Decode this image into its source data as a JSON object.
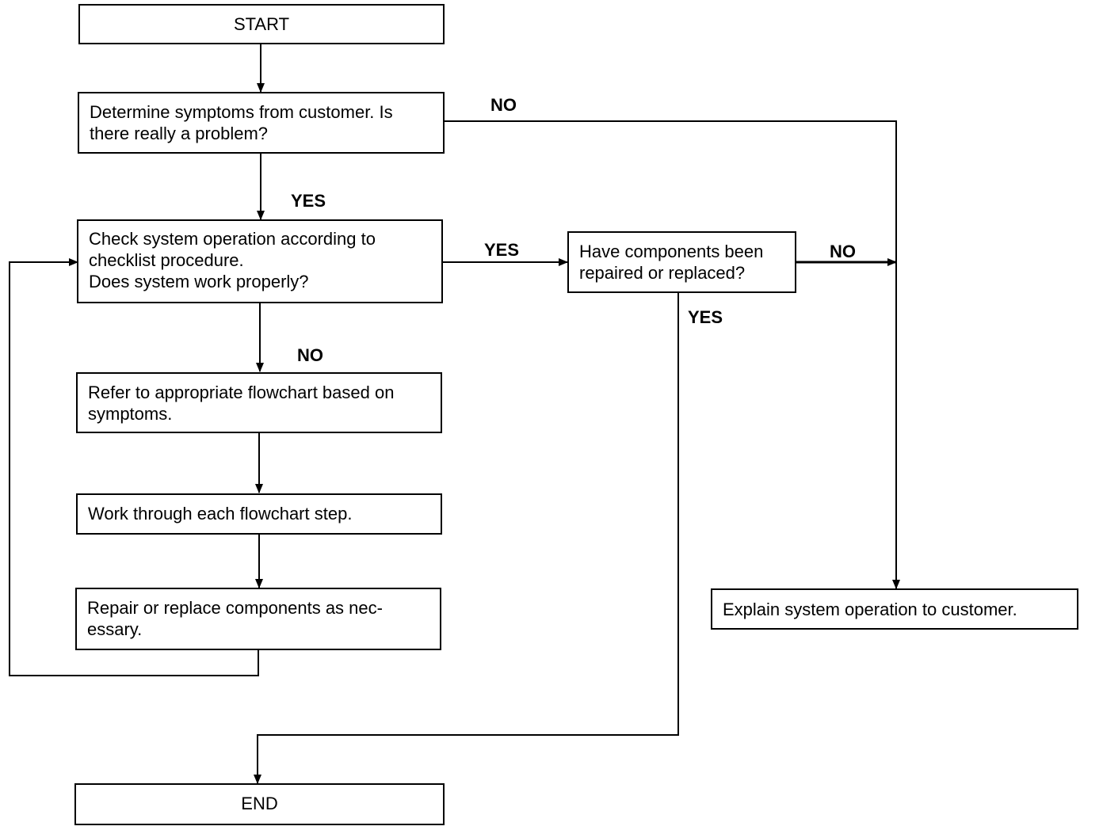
{
  "boxes": {
    "start": "START",
    "determine": "Determine symptoms from customer. Is\nthere really a problem?",
    "check": "Check system operation according to\nchecklist procedure.\nDoes system work properly?",
    "components": "Have components been\nrepaired or replaced?",
    "refer": "Refer to appropriate flowchart based on\nsymptoms.",
    "work": "Work through each flowchart step.",
    "repair": "Repair or replace components as nec-\nessary.",
    "explain": "Explain system operation to customer.",
    "end": "END"
  },
  "labels": {
    "determine_no": "NO",
    "determine_yes": "YES",
    "check_yes": "YES",
    "check_no": "NO",
    "components_no": "NO",
    "components_yes": "YES"
  }
}
